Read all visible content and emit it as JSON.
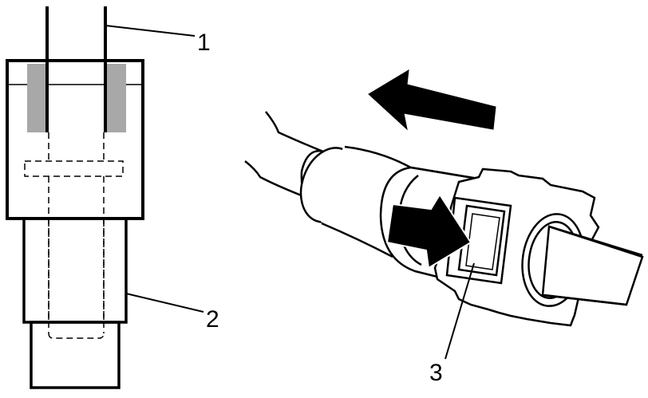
{
  "diagram": {
    "callouts": [
      {
        "id": "1",
        "label": "1"
      },
      {
        "id": "2",
        "label": "2"
      },
      {
        "id": "3",
        "label": "3"
      }
    ],
    "colors": {
      "stroke": "#000000",
      "gray_band": "#a8a8a8",
      "arrow_fill": "#000000",
      "background": "#ffffff"
    },
    "icons": [
      "direction-arrow-left",
      "push-arrow-right"
    ]
  }
}
